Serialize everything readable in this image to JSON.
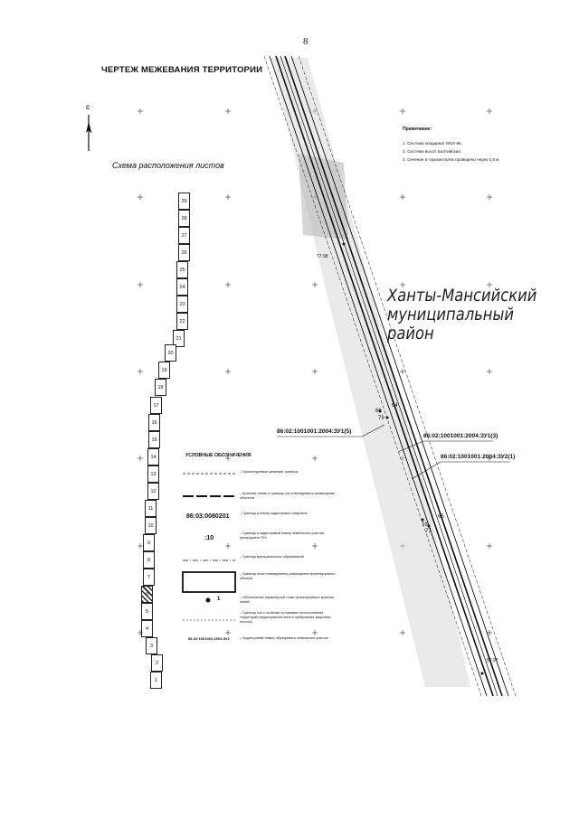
{
  "page_number": "8",
  "title": "ЧЕРТЕЖ МЕЖЕВАНИЯ ТЕРРИТОРИИ",
  "north_label": "С",
  "scheme_title": "Схема расположения листов",
  "sheets": [
    "29",
    "28",
    "27",
    "26",
    "25",
    "24",
    "23",
    "22",
    "21",
    "20",
    "19",
    "18",
    "17",
    "16",
    "15",
    "14",
    "13",
    "12",
    "11",
    "10",
    "9",
    "8",
    "7",
    "6",
    "5",
    "4",
    "3",
    "2",
    "1"
  ],
  "notes": {
    "heading": "Примечание:",
    "items": [
      "1. Система координат МСК-86.",
      "2. Система высот Балтийская.",
      "3. Сечение в горизонталях проведено через 0,5 м."
    ]
  },
  "district": [
    "Ханты-Мансийский",
    "муниципальный район"
  ],
  "cadastral_labels": [
    "86:02:1001001:2004:ЗУ1(5)",
    "86:02:1001001:2004:ЗУ1(3)",
    "86:02:1001001:2004:ЗУ2(1)"
  ],
  "legend": {
    "heading": "УСЛОВНЫЕ ОБОЗНАЧЕНИЯ",
    "items": [
      {
        "sample": "",
        "text": "– Проектируемые межевые границы"
      },
      {
        "sample": "",
        "text": "– Красные линии и границы зон планируемого размещения объектов"
      },
      {
        "sample": "86:03:0080201",
        "text": "– Граница и номер кадастрового квартала"
      },
      {
        "sample": ":10",
        "text": "– Граница и кадастровый номер земельного участка, прошедшего ГКУ"
      },
      {
        "sample": "",
        "text": "– Граница муниципальных образований"
      },
      {
        "sample": "",
        "text": "– Граница зоны планируемого размещения проектируемого объекта"
      },
      {
        "sample": "1",
        "text": "– Обозначение характерной точки проектируемых красных линий"
      },
      {
        "sample": "",
        "text": "– Граница зон с особыми условиями использования территорий (водоохранная зона и прибрежная защитная полоса)"
      },
      {
        "sample": "86-02:1001001:2004:ЗУ2",
        "text": "– Кадастровый номер образуемого земельного участка"
      }
    ]
  },
  "point_labels": [
    "64",
    "65",
    "66",
    "79",
    "77",
    "78"
  ],
  "elevations": [
    "77.98",
    "57.97"
  ]
}
